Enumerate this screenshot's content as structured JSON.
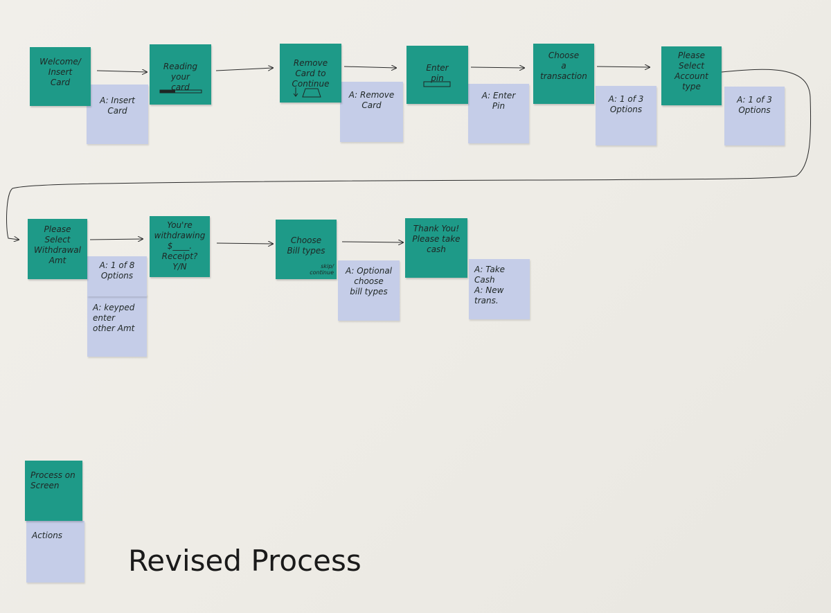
{
  "title": "Revised Process",
  "colors": {
    "screen": "#1e9a88",
    "action": "#c5cde8",
    "paper": "#eeece6",
    "ink": "#1e2624"
  },
  "legend": {
    "screen": "Process on\nScreen",
    "action": "Actions"
  },
  "row1": {
    "screens": [
      "Welcome/\nInsert\nCard",
      "Reading\nyour\ncard",
      "Remove\nCard to\nContinue",
      "Enter\npin",
      "Choose\na\ntransaction",
      "Please\nSelect\nAccount\ntype"
    ],
    "actions": [
      "A: Insert\nCard",
      "A: Remove\nCard",
      "A: Enter\nPin",
      "A: 1 of 3\nOptions",
      "A: 1 of 3\nOptions"
    ]
  },
  "row2": {
    "screens": [
      "Please\nSelect\nWithdrawal\nAmt",
      "You're\nwithdrawing\n$____.\nReceipt? Y/N",
      "Choose\nBill types",
      "Thank You!\nPlease take\ncash"
    ],
    "screen_subnotes": {
      "bill_types": "skip/\ncontinue"
    },
    "actions": [
      "A: 1 of 8\nOptions",
      "A: keyped\nenter\nother Amt",
      "A: Optional\nchoose\nbill types",
      "A: Take Cash\nA: New trans."
    ]
  }
}
